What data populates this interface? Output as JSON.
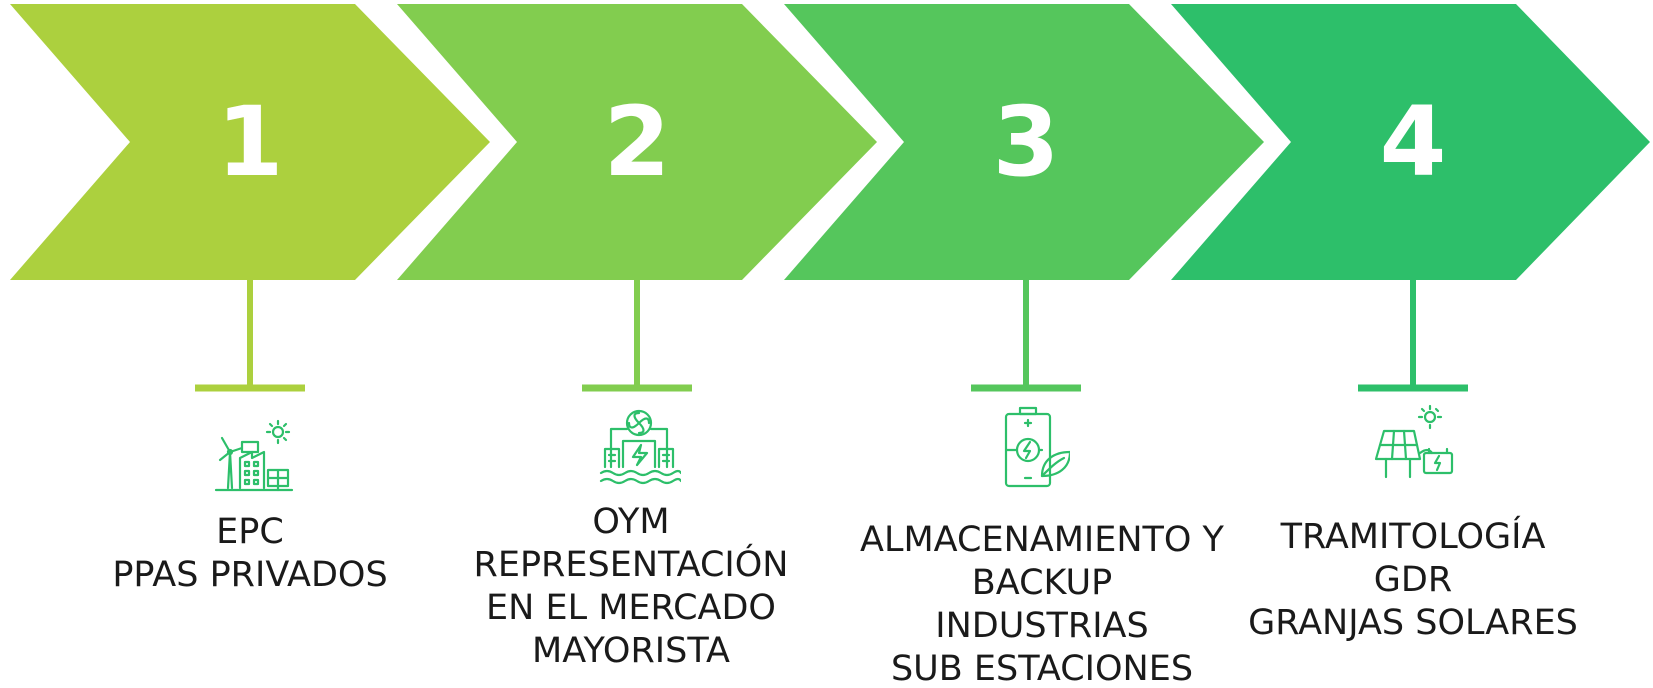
{
  "steps": [
    {
      "number": "1",
      "color": "#acd03e",
      "icon": "renewable-plant-icon",
      "lines": [
        "EPC",
        "PPAS PRIVADOS"
      ]
    },
    {
      "number": "2",
      "color": "#82cd4f",
      "icon": "hydro-power-plant-icon",
      "lines": [
        "OYM",
        "REPRESENTACIÓN",
        "EN EL MERCADO",
        "MAYORISTA"
      ]
    },
    {
      "number": "3",
      "color": "#55c65c",
      "icon": "eco-battery-icon",
      "lines": [
        "ALMACENAMIENTO Y",
        "BACKUP",
        "INDUSTRIAS",
        "SUB ESTACIONES"
      ]
    },
    {
      "number": "4",
      "color": "#2dbf6a",
      "icon": "solar-panel-battery-icon",
      "lines": [
        "TRAMITOLOGÍA",
        "GDR",
        "GRANJAS SOLARES"
      ]
    }
  ]
}
